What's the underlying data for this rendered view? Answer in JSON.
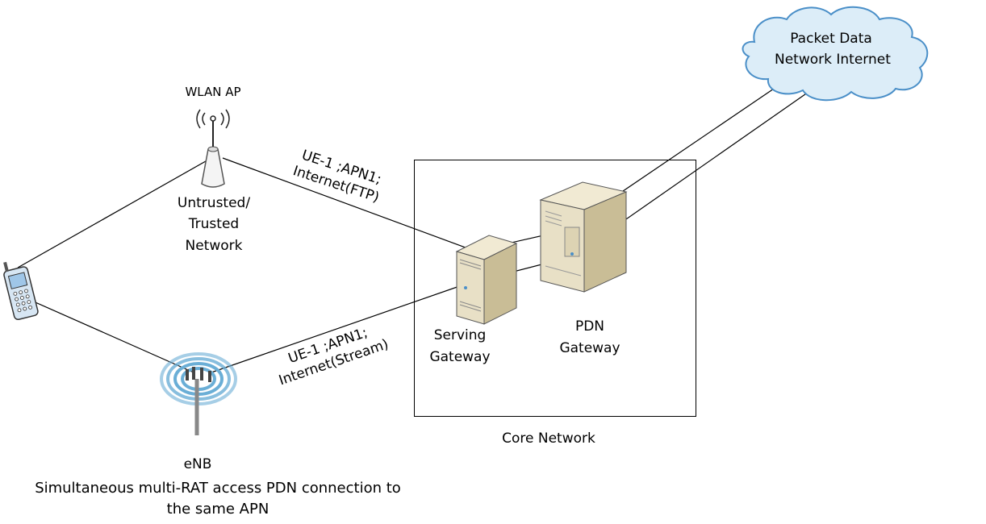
{
  "cloud": {
    "line1": "Packet Data",
    "line2": "Network Internet"
  },
  "wlan": {
    "title": "WLAN AP",
    "line1": "Untrusted/",
    "line2": "Trusted",
    "line3": "Network"
  },
  "links": {
    "wlan_line1": "UE-1 ;APN1;",
    "wlan_line2": "Internet(FTP)",
    "enb_line1": "UE-1 ;APN1;",
    "enb_line2": "Internet(Stream)"
  },
  "serving_gw": {
    "line1": "Serving",
    "line2": "Gateway"
  },
  "pdn_gw": {
    "line1": "PDN",
    "line2": "Gateway"
  },
  "core_network": {
    "label": "Core Network"
  },
  "enb": {
    "label": "eNB"
  },
  "caption": {
    "line1": "Simultaneous multi-RAT access PDN connection to",
    "line2": "the same APN"
  },
  "colors": {
    "cloud_fill": "#dcedf8",
    "cloud_stroke": "#4a8fc8",
    "server_body": "#e8e0c6",
    "server_side": "#c9bd96",
    "signal_rings": "#6aaed6"
  }
}
